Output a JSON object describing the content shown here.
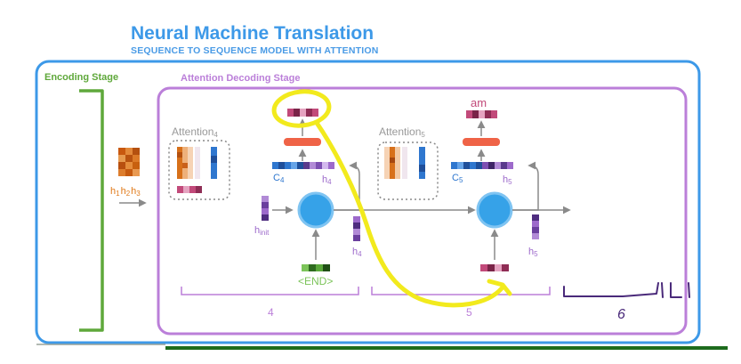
{
  "header": {
    "title": "Neural Machine Translation",
    "subtitle": "SEQUENCE TO SEQUENCE MODEL WITH ATTENTION"
  },
  "stages": {
    "encoding": "Encoding Stage",
    "decoding": "Attention Decoding Stage"
  },
  "encoder": {
    "label_h1": "h",
    "sub_1": "1",
    "label_h2": "h",
    "sub_2": "2",
    "label_h3": "h",
    "sub_3": "3"
  },
  "step4": {
    "attention_label": "Attention",
    "attention_sub": "4",
    "context": "C",
    "context_sub": "4",
    "hidden_top": "h",
    "hidden_top_sub": "4",
    "hidden_right": "h",
    "hidden_right_sub": "4",
    "init": "h",
    "init_sub": "init",
    "input_token": "<END>",
    "timestep": "4"
  },
  "step5": {
    "attention_label": "Attention",
    "attention_sub": "5",
    "output_word": "am",
    "context": "C",
    "context_sub": "5",
    "hidden_top": "h",
    "hidden_top_sub": "5",
    "hidden_right": "h",
    "hidden_right_sub": "5",
    "timestep": "5"
  },
  "handwriting": {
    "timestep6": "6"
  },
  "colors": {
    "title_blue": "#3d99e8",
    "outer_border": "#3d99e8",
    "encoding_green": "#5fa83b",
    "decoding_purple": "#bb7fd9",
    "rnn_cell": "#36a2e8",
    "highlighter": "#f2ea1d",
    "ink_purple": "#4a2a7a",
    "bottom_line": "#1d6b1d"
  }
}
